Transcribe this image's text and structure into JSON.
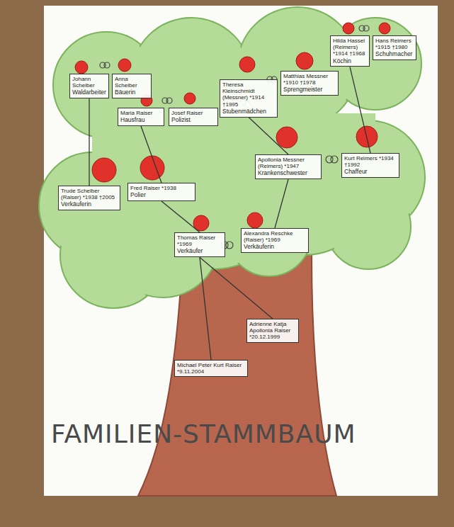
{
  "diagram": {
    "title": "FAMILIEN-STAMMBAUM",
    "nodes": [
      {
        "text": [
          "Johann Scheiber",
          "Waldarbeiter"
        ]
      },
      {
        "text": [
          "Anna Scheiber",
          "Bäuerin"
        ]
      },
      {
        "text": [
          "Maria Raiser",
          "Hausfrau"
        ]
      },
      {
        "text": [
          "Josef Raiser",
          "Polizist"
        ]
      },
      {
        "text": [
          "Theresa Kleinschmidt (Messner) *1914 †1995",
          "Stubenmädchen"
        ]
      },
      {
        "text": [
          "Matthias Messner *1910 †1978",
          "Sprengmeister"
        ]
      },
      {
        "text": [
          "Hilda Hassel (Reimers) *1914 †1968",
          "Köchin"
        ]
      },
      {
        "text": [
          "Hans Reimers *1915 †1980",
          "Schuhmacher"
        ]
      },
      {
        "text": [
          "Trude Scheiber (Raiser) *1938 †2005",
          "Verkäuferin"
        ]
      },
      {
        "text": [
          "Fred Raiser *1938",
          "Polier"
        ]
      },
      {
        "text": [
          "Apollonia Messner (Reimers) *1947",
          "Krankenschwester"
        ]
      },
      {
        "text": [
          "Kurt Reimers *1934 †1992",
          "Chaffeur"
        ]
      },
      {
        "text": [
          "Thomas Raiser *1969",
          "Verkäufer"
        ]
      },
      {
        "text": [
          "Alexandra Reschke (Raiser) *1969",
          "Verkäuferin"
        ]
      },
      {
        "text": [
          "Adrienne Katja Apollonia Raiser *20.12.1999"
        ]
      },
      {
        "text": [
          "Michael Peter Kurt Raiser *9.11.2004"
        ]
      }
    ],
    "edges": [
      {
        "from": 0,
        "to": 8,
        "arrow": "none"
      },
      {
        "from": 2,
        "to": 9,
        "arrow": "none"
      },
      {
        "from": 4,
        "to": 10,
        "arrow": "none"
      },
      {
        "from": 6,
        "to": 11,
        "arrow": "none"
      },
      {
        "from": 9,
        "to": 12,
        "arrow": "none"
      },
      {
        "from": 10,
        "to": 13,
        "arrow": "none"
      },
      {
        "from": 12,
        "to": 14,
        "arrow": "none"
      },
      {
        "from": 12,
        "to": 15,
        "arrow": "none"
      }
    ]
  }
}
